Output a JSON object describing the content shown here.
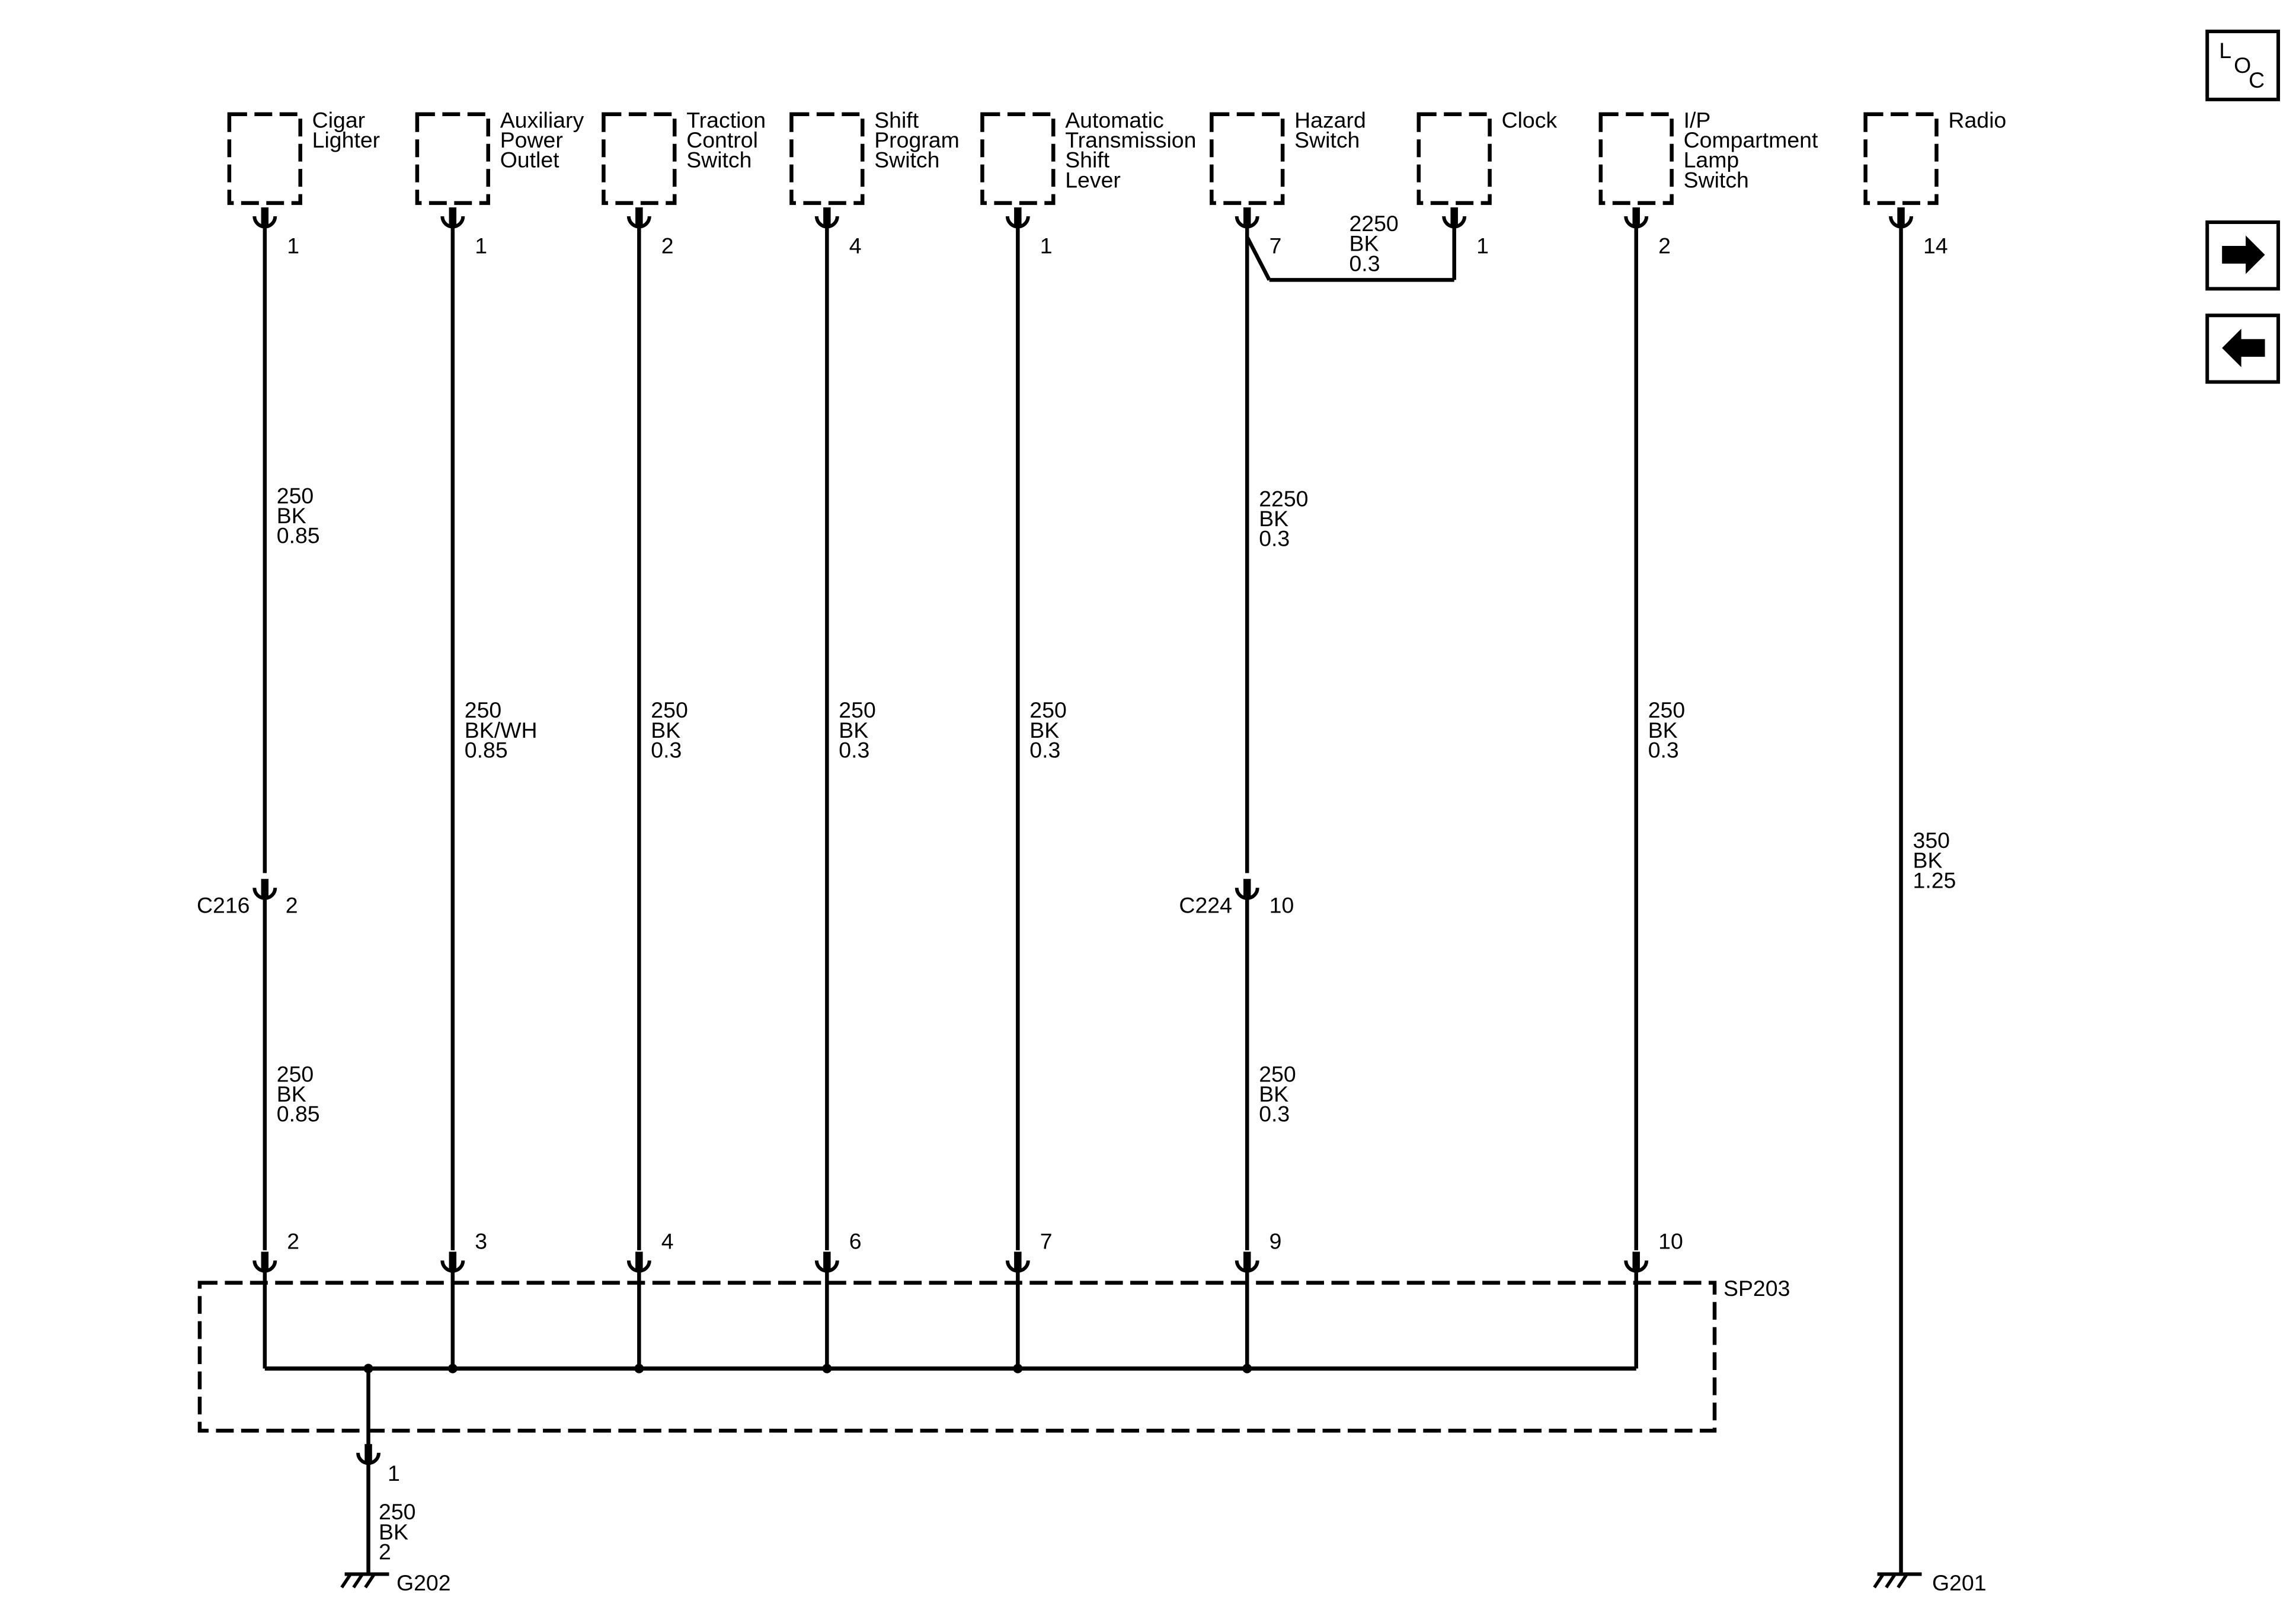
{
  "components": [
    {
      "id": "cigar",
      "lines": [
        "Cigar",
        "Lighter"
      ],
      "pin": "1"
    },
    {
      "id": "aux",
      "lines": [
        "Auxiliary",
        "Power",
        "Outlet"
      ],
      "pin": "1"
    },
    {
      "id": "traction",
      "lines": [
        "Traction",
        "Control",
        "Switch"
      ],
      "pin": "2"
    },
    {
      "id": "shiftprog",
      "lines": [
        "Shift",
        "Program",
        "Switch"
      ],
      "pin": "4"
    },
    {
      "id": "atsl",
      "lines": [
        "Automatic",
        "Transmission",
        "Shift",
        "Lever"
      ],
      "pin": "1"
    },
    {
      "id": "hazard",
      "lines": [
        "Hazard",
        "Switch"
      ],
      "pin": "7"
    },
    {
      "id": "clock",
      "lines": [
        "Clock"
      ],
      "pin": "1"
    },
    {
      "id": "ipcomp",
      "lines": [
        "I/P",
        "Compartment",
        "Lamp",
        "Switch"
      ],
      "pin": "2"
    },
    {
      "id": "radio",
      "lines": [
        "Radio"
      ],
      "pin": "14"
    }
  ],
  "wire_labels": {
    "cigar_upper": [
      "250",
      "BK",
      "0.85"
    ],
    "cigar_lower": [
      "250",
      "BK",
      "0.85"
    ],
    "aux": [
      "250",
      "BK/WH",
      "0.85"
    ],
    "traction": [
      "250",
      "BK",
      "0.3"
    ],
    "shiftprog": [
      "250",
      "BK",
      "0.3"
    ],
    "atsl": [
      "250",
      "BK",
      "0.3"
    ],
    "hazard_clock": [
      "2250",
      "BK",
      "0.3"
    ],
    "hazard_upper": [
      "2250",
      "BK",
      "0.3"
    ],
    "hazard_lower": [
      "250",
      "BK",
      "0.3"
    ],
    "ipcomp": [
      "250",
      "BK",
      "0.3"
    ],
    "radio": [
      "350",
      "BK",
      "1.25"
    ],
    "ground_g202": [
      "250",
      "BK",
      "2"
    ]
  },
  "inline_connectors": [
    {
      "name": "C216",
      "pin": "2"
    },
    {
      "name": "C224",
      "pin": "10"
    }
  ],
  "splice": {
    "name": "SP203",
    "pins": [
      "2",
      "3",
      "4",
      "6",
      "7",
      "9",
      "10"
    ],
    "out_pin": "1"
  },
  "grounds": [
    "G202",
    "G201"
  ],
  "nav": {
    "loc_letters": [
      "L",
      "O",
      "C"
    ],
    "next_icon": "arrow-right-icon",
    "prev_icon": "arrow-left-icon"
  }
}
